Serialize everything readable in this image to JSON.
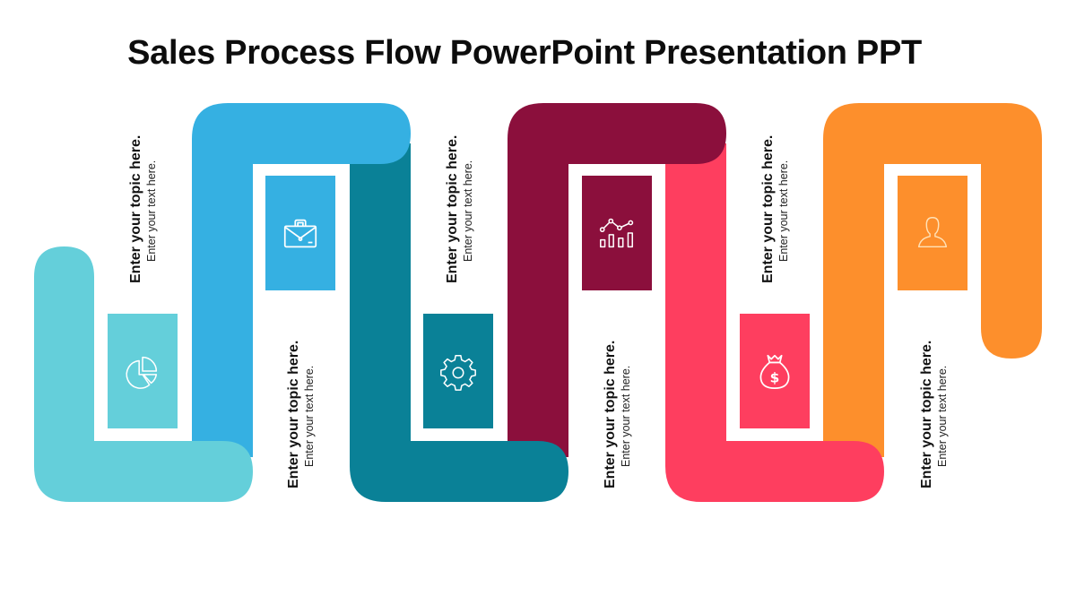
{
  "title": "Sales Process Flow PowerPoint Presentation PPT",
  "colors": {
    "step1": "#64CFDA",
    "step2": "#35B0E2",
    "step3": "#0A8197",
    "step4": "#8B0F3C",
    "step5": "#FE3E5F",
    "step6": "#FD8F2C"
  },
  "steps": [
    {
      "icon": "pie-chart-icon",
      "topic": "Enter your topic here.",
      "text": "Enter your text here."
    },
    {
      "icon": "briefcase-icon",
      "topic": "Enter your topic here.",
      "text": "Enter your text here."
    },
    {
      "icon": "gear-icon",
      "topic": "Enter your topic here.",
      "text": "Enter your text here."
    },
    {
      "icon": "line-bar-chart-icon",
      "topic": "Enter your topic here.",
      "text": "Enter your text here."
    },
    {
      "icon": "money-bag-icon",
      "topic": "Enter your topic here.",
      "text": "Enter your text here."
    },
    {
      "icon": "user-icon",
      "topic": "Enter your topic here.",
      "text": "Enter your text here."
    }
  ]
}
